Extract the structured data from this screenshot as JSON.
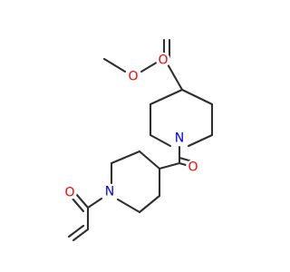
{
  "atoms": [
    {
      "id": "a1",
      "symbol": "O",
      "color": "#ff0000",
      "label": true
    },
    {
      "id": "a2",
      "symbol": "O",
      "color": "#ff0000",
      "label": true
    },
    {
      "id": "a3",
      "symbol": "N",
      "color": "#0000ff",
      "label": true
    },
    {
      "id": "a4",
      "symbol": "O",
      "color": "#ff0000",
      "label": true
    },
    {
      "id": "a5",
      "symbol": "N",
      "color": "#0000ff",
      "label": true
    },
    {
      "id": "a6",
      "symbol": "O",
      "color": "#ff0000",
      "label": true
    }
  ],
  "bond_color": "#2f2f2f"
}
